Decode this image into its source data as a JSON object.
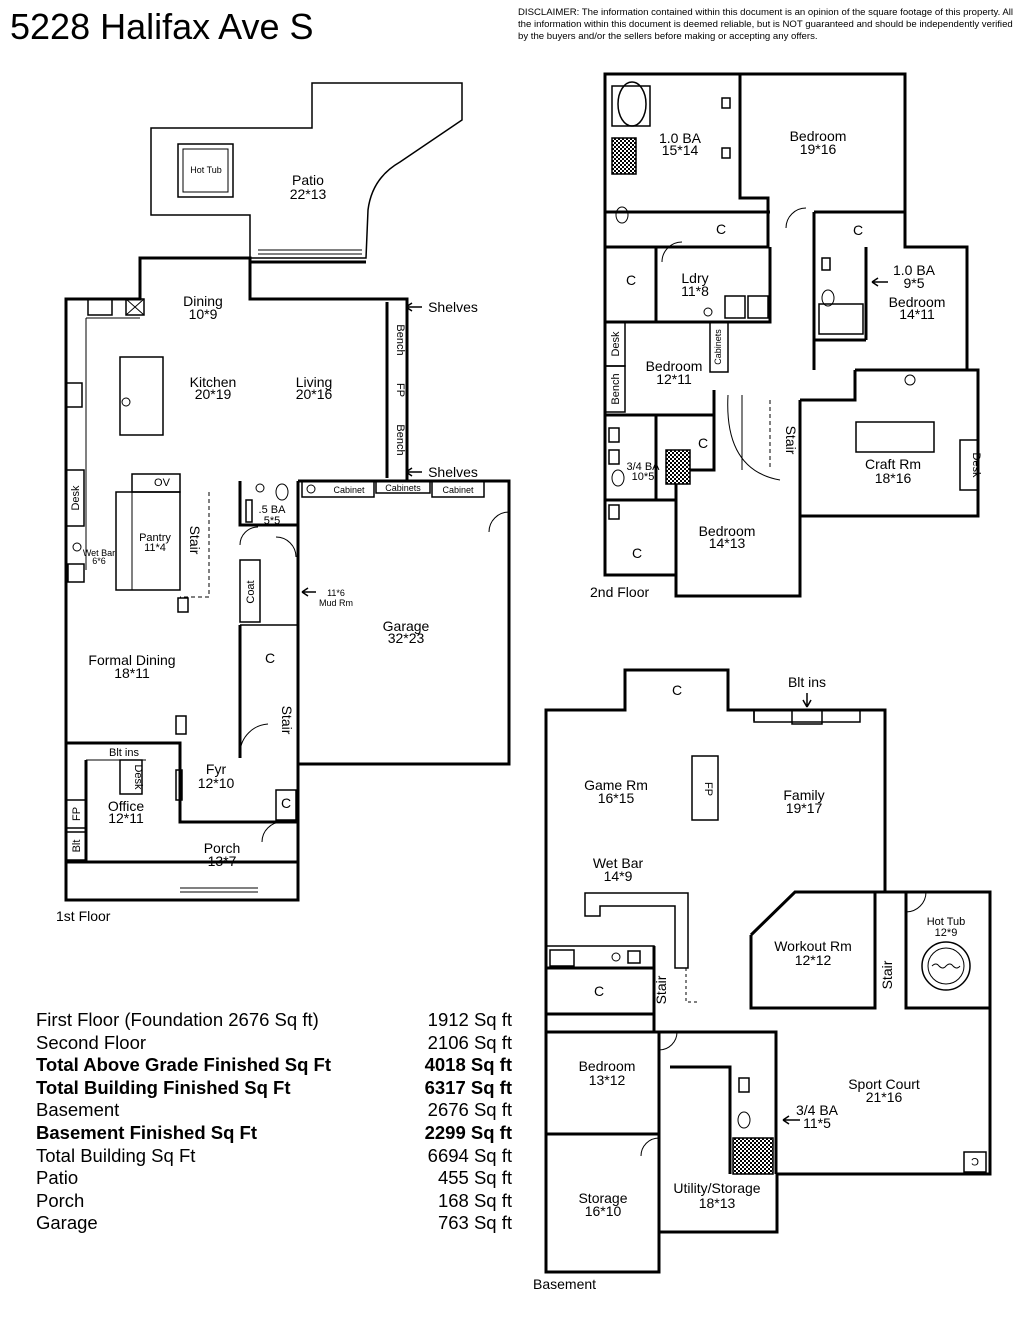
{
  "title": "5228 Halifax Ave S",
  "disclaimer": "DISCLAIMER: The information contained within this document is an opinion of the square footage of this property. All the information within this document is deemed reliable, but is NOT guaranteed and should be independently verified by the buyers and/or the sellers before making or accepting any offers.",
  "floor1": {
    "label": "1st Floor",
    "patio_name": "Patio",
    "patio_dim": "22*13",
    "hot_tub": "Hot Tub",
    "shelves_top": "Shelves",
    "shelves_bottom": "Shelves",
    "bench_top": "Bench",
    "fp": "FP",
    "bench_bottom": "Bench",
    "dining_name": "Dining",
    "dining_dim": "10*9",
    "kitchen_name": "Kitchen",
    "kitchen_dim": "20*19",
    "living_name": "Living",
    "living_dim": "20*16",
    "desk": "Desk",
    "pantry_name": "Pantry",
    "pantry_dim": "11*4",
    "wetbar_name": "Wet Bar",
    "wetbar_dim": "6*6",
    "oven": "OV",
    "stair": "Stair",
    "half_ba_name": ".5 BA",
    "half_ba_dim": "5*5",
    "cabinet_1": "Cabinet",
    "cabinets": "Cabinets",
    "cabinet_2": "Cabinet",
    "coat": "Coat",
    "mud_dim": "11*6",
    "mud_name": "Mud Rm",
    "garage_name": "Garage",
    "garage_dim": "32*23",
    "closet": "C",
    "formal_name": "Formal Dining",
    "formal_dim": "18*11",
    "stair2": "Stair",
    "blt_ins": "Blt ins",
    "desk2": "Desk",
    "office_name": "Office",
    "office_dim": "12*11",
    "fp2": "FP",
    "blt": "Blt",
    "fyr_name": "Fyr",
    "fyr_dim": "12*10",
    "closet2": "C",
    "porch_name": "Porch",
    "porch_dim": "13*7"
  },
  "floor2": {
    "label": "2nd Floor",
    "ba1_name": "1.0 BA",
    "ba1_dim": "15*14",
    "bed1_name": "Bedroom",
    "bed1_dim": "19*16",
    "c1": "C",
    "c2": "C",
    "c3": "C",
    "ldry_name": "Ldry",
    "ldry_dim": "11*8",
    "ba2_name": "1.0 BA",
    "ba2_dim": "9*5",
    "bed2_name": "Bedroom",
    "bed2_dim": "14*11",
    "desk": "Desk",
    "cabinets": "Cabinets",
    "bed3_name": "Bedroom",
    "bed3_dim": "12*11",
    "bench": "Bench",
    "c4": "C",
    "stair": "Stair",
    "craft_name": "Craft Rm",
    "craft_dim": "18*16",
    "desk2": "Desk",
    "ba3_name": "3/4 BA",
    "ba3_dim": "10*5",
    "bed4_name": "Bedroom",
    "bed4_dim": "14*13",
    "c5": "C"
  },
  "basement": {
    "label": "Basement",
    "c_top": "C",
    "blt_ins": "Blt ins",
    "game_name": "Game Rm",
    "game_dim": "16*15",
    "fp": "FP",
    "family_name": "Family",
    "family_dim": "19*17",
    "wetbar_name": "Wet Bar",
    "wetbar_dim": "14*9",
    "hottub_name": "Hot Tub",
    "hottub_dim": "12*9",
    "workout_name": "Workout Rm",
    "workout_dim": "12*12",
    "stair1": "Stair",
    "stair2": "Stair",
    "c1": "C",
    "bed_name": "Bedroom",
    "bed_dim": "13*12",
    "sport_name": "Sport Court",
    "sport_dim": "21*16",
    "ba_name": "3/4 BA",
    "ba_dim": "11*5",
    "c2": "C",
    "storage_name": "Storage",
    "storage_dim": "16*10",
    "utility_name": "Utility/Storage",
    "utility_dim": "18*13"
  },
  "summary": [
    {
      "label": "First Floor (Foundation 2676 Sq ft)",
      "value": "1912 Sq ft",
      "bold": false
    },
    {
      "label": "Second Floor",
      "value": "2106 Sq ft",
      "bold": false
    },
    {
      "label": "Total Above Grade Finished Sq Ft",
      "value": "4018 Sq ft",
      "bold": true
    },
    {
      "label": "Total Building Finished Sq Ft",
      "value": "6317 Sq ft",
      "bold": true
    },
    {
      "label": "Basement",
      "value": "2676 Sq ft",
      "bold": false
    },
    {
      "label": "Basement Finished Sq Ft",
      "value": "2299 Sq ft",
      "bold": true
    },
    {
      "label": "Total Building Sq Ft",
      "value": "6694 Sq ft",
      "bold": false
    },
    {
      "label": "Patio",
      "value": "455 Sq ft",
      "bold": false
    },
    {
      "label": "Porch",
      "value": "168 Sq ft",
      "bold": false
    },
    {
      "label": "Garage",
      "value": "763 Sq ft",
      "bold": false
    }
  ]
}
